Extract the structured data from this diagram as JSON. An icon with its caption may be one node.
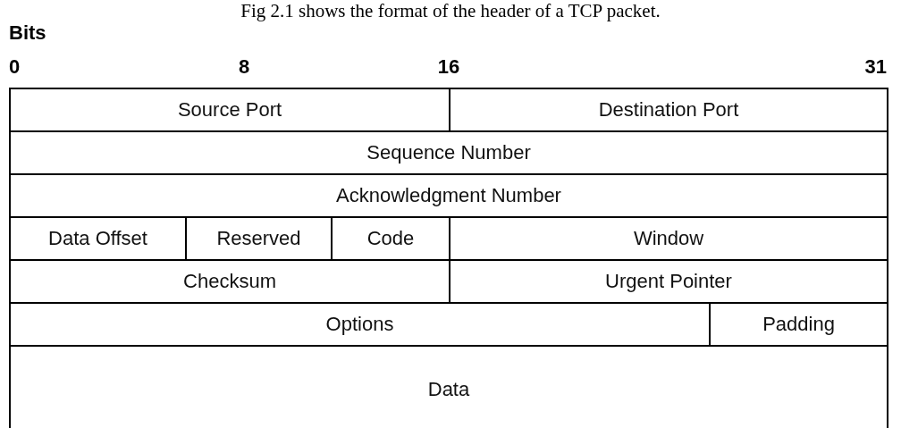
{
  "diagram": {
    "title": "Fig 2.1 shows the format of the header of a TCP packet.",
    "nodes": [
      {
        "text": [
          "Source Port"
        ]
      },
      {
        "text": [
          "Destination Port"
        ]
      },
      {
        "text": [
          "Sequence Number"
        ]
      },
      {
        "text": [
          "Acknowledgment Number"
        ]
      },
      {
        "text": [
          "Data Offset"
        ]
      },
      {
        "text": [
          "Reserved"
        ]
      },
      {
        "text": [
          "Code"
        ]
      },
      {
        "text": [
          "Window"
        ]
      },
      {
        "text": [
          "Checksum"
        ]
      },
      {
        "text": [
          "Urgent Pointer"
        ]
      },
      {
        "text": [
          "Options"
        ]
      },
      {
        "text": [
          "Padding"
        ]
      },
      {
        "text": [
          "Data"
        ]
      }
    ],
    "edges": [],
    "labels": [
      "Bits",
      "0",
      "8",
      "16",
      "31"
    ]
  }
}
